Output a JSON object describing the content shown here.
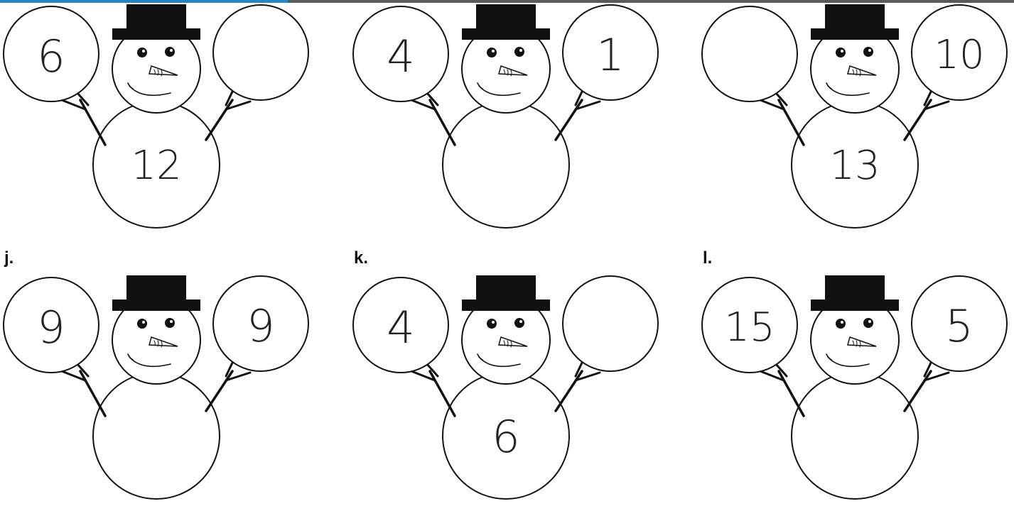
{
  "puzzles": [
    {
      "label": "",
      "left": "6",
      "right": "",
      "total": "12"
    },
    {
      "label": "",
      "left": "4",
      "right": "1",
      "total": ""
    },
    {
      "label": "",
      "left": "",
      "right": "10",
      "total": "13"
    },
    {
      "label": "j.",
      "left": "9",
      "right": "9",
      "total": ""
    },
    {
      "label": "k.",
      "left": "4",
      "right": "",
      "total": "6"
    },
    {
      "label": "l.",
      "left": "15",
      "right": "5",
      "total": ""
    }
  ],
  "colors": {
    "topbar": "#5a5a5a",
    "topbar_accent": "#1e88c8",
    "ink": "#111111"
  },
  "icons": {
    "figure": "snowman-icon",
    "hat": "top-hat-icon",
    "nose": "carrot-nose-icon"
  }
}
